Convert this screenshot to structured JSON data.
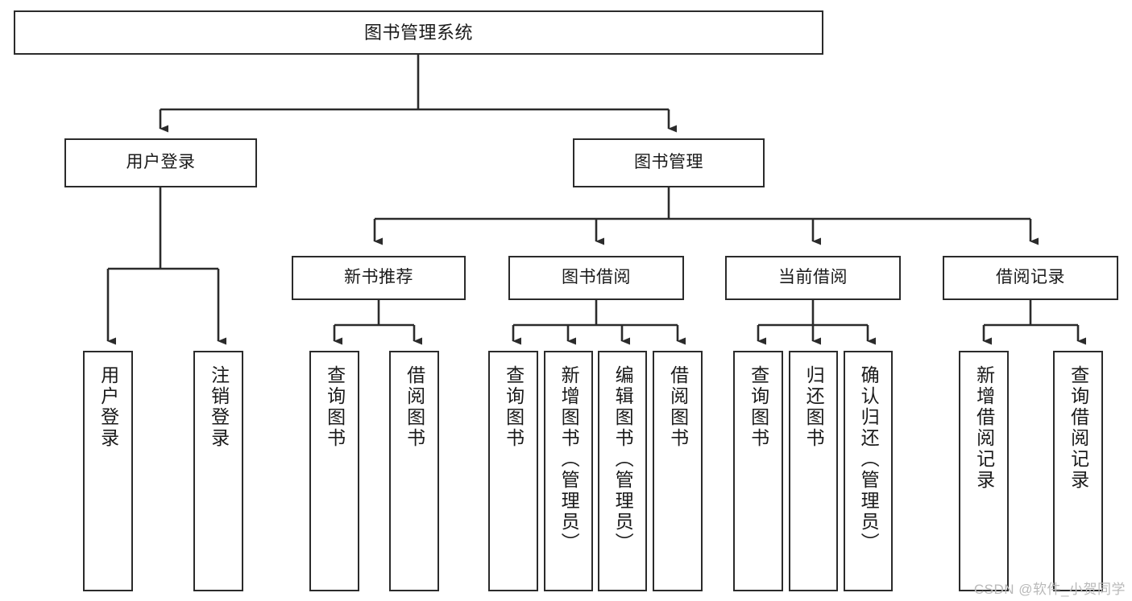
{
  "diagram": {
    "type": "tree",
    "title": "图书管理系统",
    "watermark": "CSDN @软件_小贺同学",
    "nodes": {
      "root": {
        "label": "图书管理系统"
      },
      "l2": [
        {
          "label": "用户登录"
        },
        {
          "label": "图书管理"
        }
      ],
      "l3": [
        {
          "label": "新书推荐"
        },
        {
          "label": "图书借阅"
        },
        {
          "label": "当前借阅"
        },
        {
          "label": "借阅记录"
        }
      ],
      "leaves_user_login": [
        {
          "label": "用户登录"
        },
        {
          "label": "注销登录"
        }
      ],
      "leaves_new_book": [
        {
          "label": "查询图书"
        },
        {
          "label": "借阅图书"
        }
      ],
      "leaves_borrow": [
        {
          "label": "查询图书"
        },
        {
          "label": "新增图书（管理员）"
        },
        {
          "label": "编辑图书（管理员）"
        },
        {
          "label": "借阅图书"
        }
      ],
      "leaves_current": [
        {
          "label": "查询图书"
        },
        {
          "label": "归还图书"
        },
        {
          "label": "确认归还（管理员）"
        }
      ],
      "leaves_records": [
        {
          "label": "新增借阅记录"
        },
        {
          "label": "查询借阅记录"
        }
      ]
    },
    "colors": {
      "stroke": "#2b2b2b",
      "fill": "#ffffff",
      "text": "#1a1a1a",
      "watermark": "#b9b9b9"
    }
  }
}
